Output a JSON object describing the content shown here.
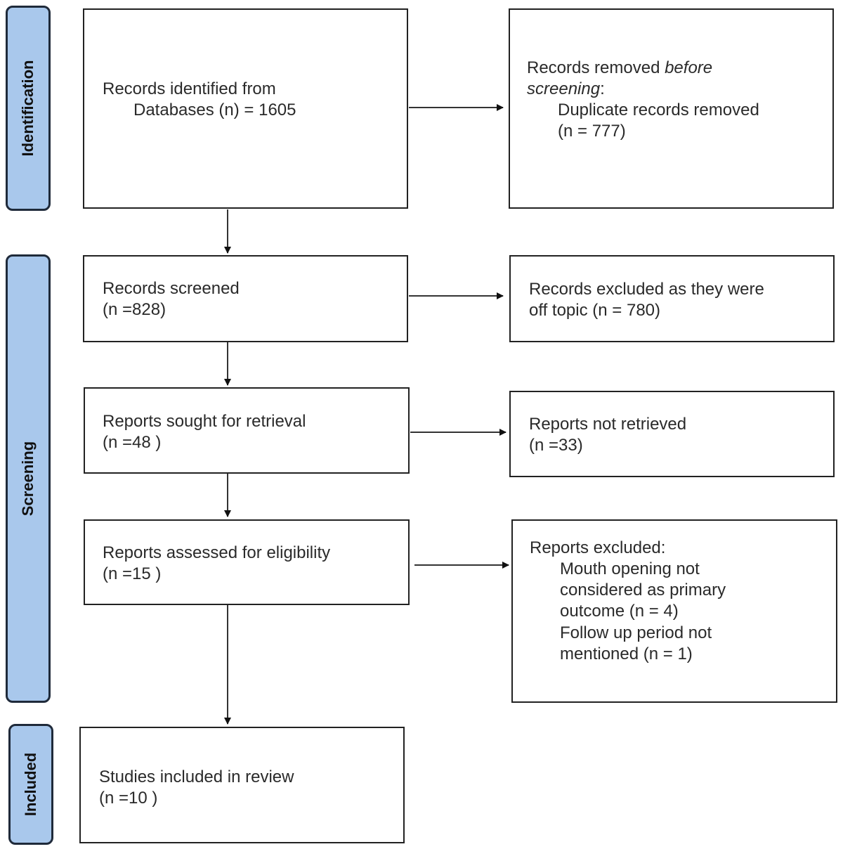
{
  "phases": {
    "identification": "Identification",
    "screening": "Screening",
    "included": "Included"
  },
  "boxes": {
    "records_identified": {
      "line1": "Records identified from",
      "line2": "Databases (n) = 1605"
    },
    "records_removed": {
      "line1_pre": "Records removed ",
      "line1_em": "before",
      "line2_em": "screening",
      "line2_post": ":",
      "line3": "Duplicate records removed",
      "line4": "(n = 777)"
    },
    "records_screened": {
      "line1": "Records screened",
      "line2": "(n =828)"
    },
    "records_excluded": {
      "line1": "Records excluded as they were",
      "line2": "off topic (n = 780)"
    },
    "reports_sought": {
      "line1": "Reports sought for retrieval",
      "line2": "(n =48 )"
    },
    "reports_not_retrieved": {
      "line1": "Reports not retrieved",
      "line2": "(n =33)"
    },
    "reports_assessed": {
      "line1": "Reports assessed for eligibility",
      "line2": "(n =15 )"
    },
    "reports_excluded": {
      "heading": "Reports excluded:",
      "reason1_l1": "Mouth opening not",
      "reason1_l2": "considered as primary",
      "reason1_l3": "outcome (n = 4)",
      "reason2_l1": "Follow up period not",
      "reason2_l2": "mentioned (n = 1)"
    },
    "studies_included": {
      "line1": "Studies included in review",
      "line2": "(n =10 )"
    }
  }
}
